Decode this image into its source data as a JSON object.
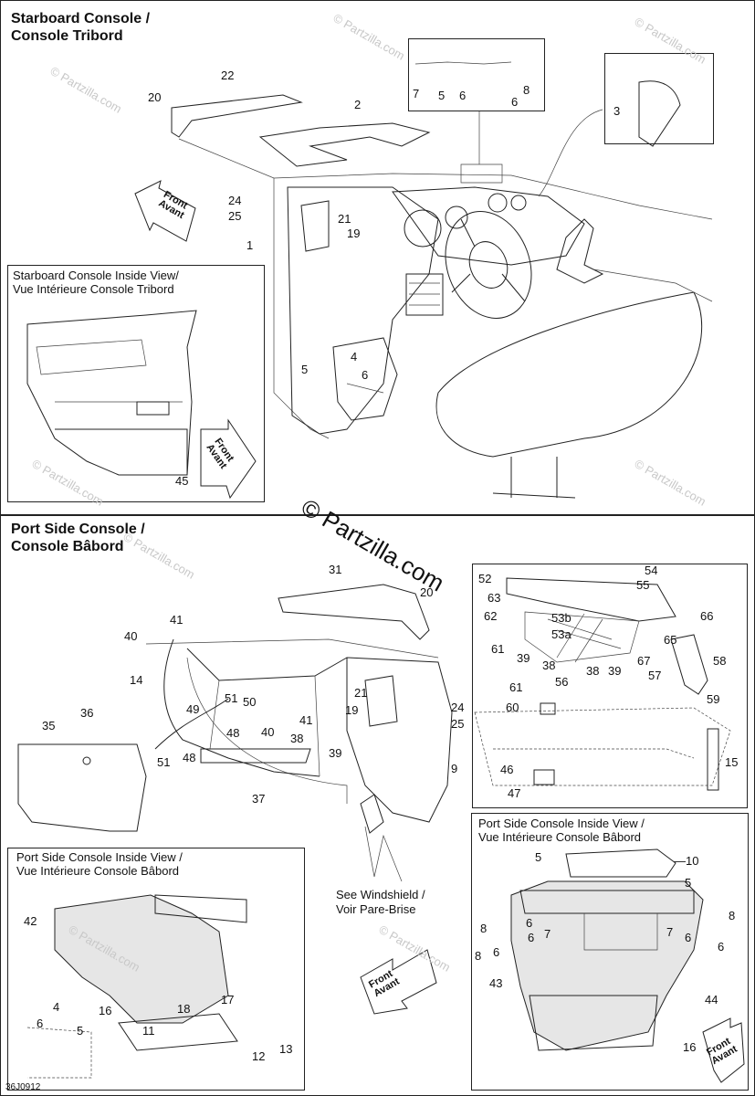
{
  "starboard": {
    "title_en": "Starboard Console /",
    "title_fr": "Console Tribord",
    "inside_en": "Starboard Console Inside View/",
    "inside_fr": "Vue Intérieure Console Tribord"
  },
  "port": {
    "title_en": "Port Side Console /",
    "title_fr": "Console Bâbord",
    "inside_left_en": "Port Side Console Inside View /",
    "inside_left_fr": "Vue Intérieure Console Bâbord",
    "inside_right_en": "Port Side Console Inside View /",
    "inside_right_fr": "Vue Intérieure Console Bâbord",
    "see_en": "See Windshield /",
    "see_fr": "Voir Pare-Brise"
  },
  "front_label": {
    "en": "Front",
    "fr": "Avant"
  },
  "watermark": "© Partzilla.com",
  "center_watermark": "© Partzilla.com",
  "diagram_code": "36J0912",
  "callouts": [
    {
      "id": "c20a",
      "label": "20"
    },
    {
      "id": "c22",
      "label": "22"
    },
    {
      "id": "c2",
      "label": "2"
    },
    {
      "id": "c7",
      "label": "7"
    },
    {
      "id": "c5a",
      "label": "5"
    },
    {
      "id": "c6a",
      "label": "6"
    },
    {
      "id": "c6b",
      "label": "6"
    },
    {
      "id": "c8a",
      "label": "8"
    },
    {
      "id": "c3",
      "label": "3"
    },
    {
      "id": "c24a",
      "label": "24"
    },
    {
      "id": "c25a",
      "label": "25"
    },
    {
      "id": "c21a",
      "label": "21"
    },
    {
      "id": "c19a",
      "label": "19"
    },
    {
      "id": "c1",
      "label": "1"
    },
    {
      "id": "c5b",
      "label": "5"
    },
    {
      "id": "c4a",
      "label": "4"
    },
    {
      "id": "c6c",
      "label": "6"
    },
    {
      "id": "c45",
      "label": "45"
    },
    {
      "id": "c31",
      "label": "31"
    },
    {
      "id": "c20b",
      "label": "20"
    },
    {
      "id": "c41a",
      "label": "41"
    },
    {
      "id": "c40a",
      "label": "40"
    },
    {
      "id": "c14",
      "label": "14"
    },
    {
      "id": "c36",
      "label": "36"
    },
    {
      "id": "c35",
      "label": "35"
    },
    {
      "id": "c49",
      "label": "49"
    },
    {
      "id": "c51a",
      "label": "51"
    },
    {
      "id": "c50",
      "label": "50"
    },
    {
      "id": "c40b",
      "label": "40"
    },
    {
      "id": "c41b",
      "label": "41"
    },
    {
      "id": "c48a",
      "label": "48"
    },
    {
      "id": "c38a",
      "label": "38"
    },
    {
      "id": "c39a",
      "label": "39"
    },
    {
      "id": "c51b",
      "label": "51"
    },
    {
      "id": "c48b",
      "label": "48"
    },
    {
      "id": "c37",
      "label": "37"
    },
    {
      "id": "c21b",
      "label": "21"
    },
    {
      "id": "c19b",
      "label": "19"
    },
    {
      "id": "c24b",
      "label": "24"
    },
    {
      "id": "c25b",
      "label": "25"
    },
    {
      "id": "c9",
      "label": "9"
    },
    {
      "id": "c52",
      "label": "52"
    },
    {
      "id": "c54",
      "label": "54"
    },
    {
      "id": "c55",
      "label": "55"
    },
    {
      "id": "c63",
      "label": "63"
    },
    {
      "id": "c62",
      "label": "62"
    },
    {
      "id": "c53b",
      "label": "53b"
    },
    {
      "id": "c53a",
      "label": "53a"
    },
    {
      "id": "c61a",
      "label": "61"
    },
    {
      "id": "c39b",
      "label": "39"
    },
    {
      "id": "c38b",
      "label": "38"
    },
    {
      "id": "c56",
      "label": "56"
    },
    {
      "id": "c38c",
      "label": "38"
    },
    {
      "id": "c39c",
      "label": "39"
    },
    {
      "id": "c66",
      "label": "66"
    },
    {
      "id": "c65",
      "label": "65"
    },
    {
      "id": "c67",
      "label": "67"
    },
    {
      "id": "c57",
      "label": "57"
    },
    {
      "id": "c58",
      "label": "58"
    },
    {
      "id": "c59",
      "label": "59"
    },
    {
      "id": "c61b",
      "label": "61"
    },
    {
      "id": "c60",
      "label": "60"
    },
    {
      "id": "c15",
      "label": "15"
    },
    {
      "id": "c46",
      "label": "46"
    },
    {
      "id": "c47",
      "label": "47"
    },
    {
      "id": "c42",
      "label": "42"
    },
    {
      "id": "c4b",
      "label": "4"
    },
    {
      "id": "c6d",
      "label": "6"
    },
    {
      "id": "c5c",
      "label": "5"
    },
    {
      "id": "c16a",
      "label": "16"
    },
    {
      "id": "c11",
      "label": "11"
    },
    {
      "id": "c18",
      "label": "18"
    },
    {
      "id": "c17",
      "label": "17"
    },
    {
      "id": "c12",
      "label": "12"
    },
    {
      "id": "c13",
      "label": "13"
    },
    {
      "id": "c5d",
      "label": "5"
    },
    {
      "id": "c10",
      "label": "—10"
    },
    {
      "id": "c5e",
      "label": "5"
    },
    {
      "id": "c8b",
      "label": "8"
    },
    {
      "id": "c6e",
      "label": "6"
    },
    {
      "id": "c6f",
      "label": "6"
    },
    {
      "id": "c7b",
      "label": "7"
    },
    {
      "id": "c8c",
      "label": "8"
    },
    {
      "id": "c6g",
      "label": "6"
    },
    {
      "id": "c7c",
      "label": "7"
    },
    {
      "id": "c6h",
      "label": "6"
    },
    {
      "id": "c8d",
      "label": "8"
    },
    {
      "id": "c6i",
      "label": "6"
    },
    {
      "id": "c43",
      "label": "43"
    },
    {
      "id": "c44",
      "label": "44"
    },
    {
      "id": "c16b",
      "label": "16"
    }
  ]
}
